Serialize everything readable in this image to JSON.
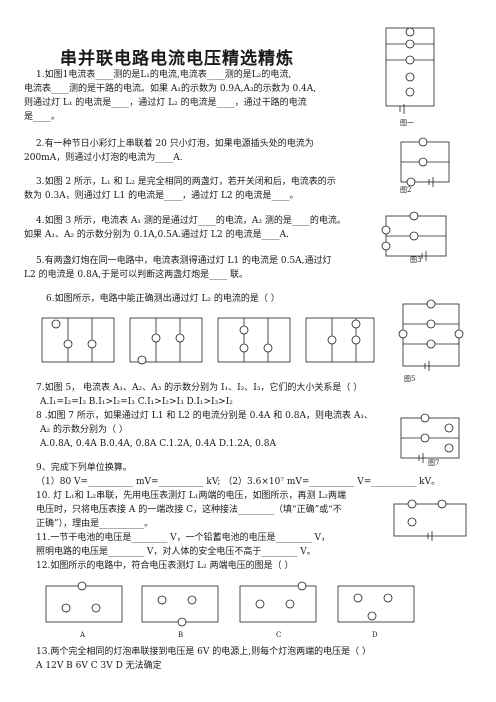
{
  "title": "串并联电路电流电压精选精炼",
  "q1": [
    "1.如图1电流表____测的是L₁的电流,电流表____测的是L₂的电流,",
    "电流表____测的是干路的电流。如果 A₁的示数为 0.9A,A₃的示数为 0.4A,",
    "则通过灯  L₁ 的电流是____，通过灯  L₂ 的电流是____，通过干路的电流",
    "是____。"
  ],
  "q2": [
    "2.有一种节日小彩灯上串联着  20  只小灯泡，如果电源插头处的电流为",
    "200mA，则通过小灯泡的电流为____A."
  ],
  "q3": [
    "3.如图 2 所示，L₁ 和 L₂ 是完全相同的两盏灯，若开关闭和后，电流表的示",
    "数为 0.3A，则通过灯 L1 的电流是____，通过灯 L2 的电流是____。"
  ],
  "q4": [
    "4.如图 3 所示，电流表 A₁ 测的是通过灯____的电流，A₂ 测的是____的电流。",
    "如果 A₁、A₂ 的示数分别为 0.1A,0.5A.通过灯 L2 的电流是____A."
  ],
  "q5": [
    "5.有两盏灯炮在同一电路中，电流表测得通过灯 L1 的电流是 0.5A,通过灯",
    "L2 的电流是 0.8A,于是可以判断这两盏灯炮是____ 联。"
  ],
  "q6": "6.如图所示，电路中能正确测出通过灯 L₂ 的电流的是（    ）",
  "q7": [
    "7.如图 5，  电流表 A₁、A₂、A₃ 的示数分别为 I₁、I₂、I₃，它们的大小关系是（    ）",
    "A.I₁=I₂=I₃          B.I₁>I₂=I₃          C.I₁>I₂>I₃          D.I₁>I₃>I₂"
  ],
  "q8": [
    "8 .如图 7 所示，如果通过灯 L1 和 L2 的电流分别是 0.4A 和 0.8A，则电流表 A₁、",
    "  A₂ 的示数分别为（  ）",
    "A.0.8A, 0.4A        B.0.4A, 0.8A            C.1.2A, 0.4A            D.1.2A, 0.8A"
  ],
  "q9": [
    "9、完成下列单位换算。",
    "（1）80 V=__________ mV=__________ kV;  （2）3.6×10⁷ mV=__________ V=__________ kV。"
  ],
  "q10": [
    "10. 灯 L₁和 L₂串联，先用电压表测灯 L₁两端的电压，如图所示，再测 L₂两端",
    "电压时，只将电压表接 A 的一端改接 C，这种接法________（填“正确”或“不",
    "正确”），理由是__________。"
  ],
  "q11": [
    "11.一节干电池的电压是________ V，一个铅蓄电池的电压是________ V，",
    "照明电路的电压是________ V，对人体的安全电压不高于________ V。"
  ],
  "q12": "12.如图所示的电路中，符合电压表测灯 L₂ 两端电压的图是（    ）",
  "q13": [
    "13.两个完全相同的灯泡串联接到电压是 6V 的电源上,则每个灯泡两端的电压是（    ）",
    "    A  12V     B  6V     C  3V     D  无法确定"
  ],
  "fig_labels": {
    "fig1": "图一",
    "fig2": "图2",
    "fig3": "图3",
    "fig5": "图5",
    "fig7": "图7",
    "opt_a": "A",
    "opt_b": "B",
    "opt_c": "C",
    "opt_d": "D"
  }
}
